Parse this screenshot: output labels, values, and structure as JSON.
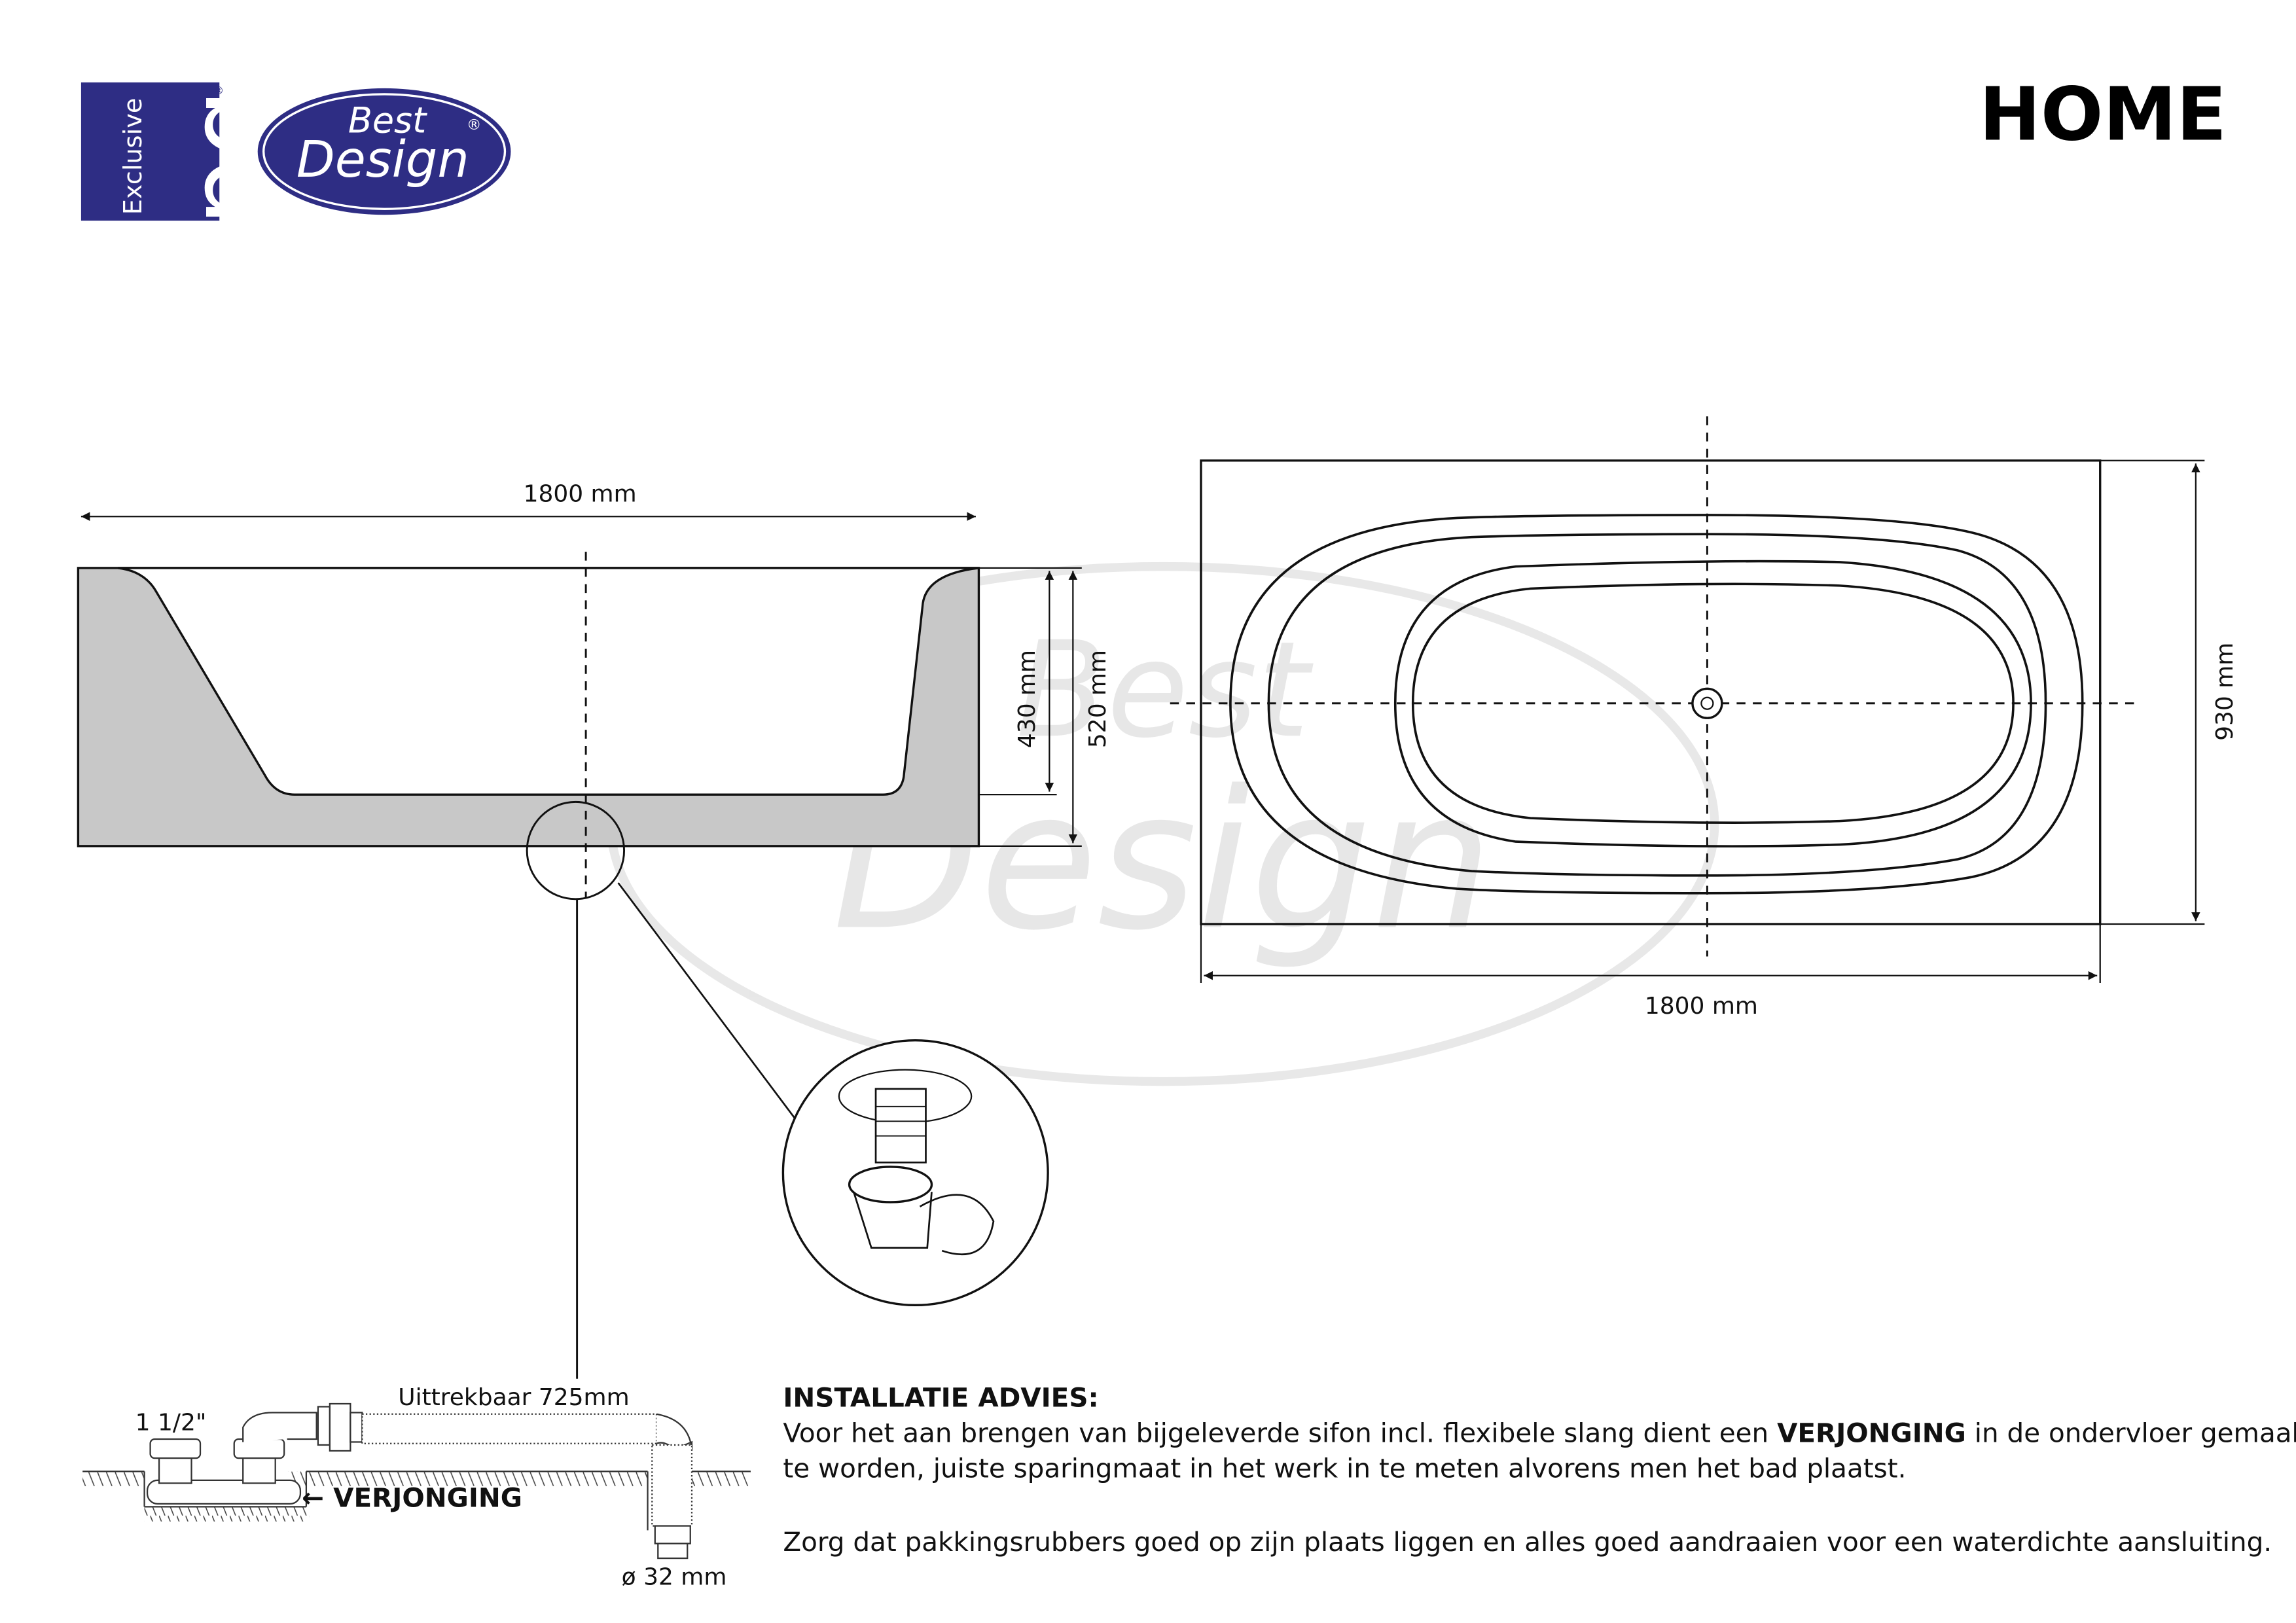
{
  "header": {
    "logo_exclusive": "Exclusive",
    "logo_bd": "bd",
    "logo_best": "Best",
    "logo_design": "Design",
    "registered": "®",
    "model_name": "HOME"
  },
  "side_view": {
    "width_label": "1800 mm",
    "inner_depth_label": "430 mm",
    "total_height_label": "520 mm"
  },
  "top_view": {
    "width_label": "1800 mm",
    "depth_label": "930 mm"
  },
  "watermark": {
    "line1": "Best",
    "line2": "Design"
  },
  "plumbing": {
    "thread_label": "1 1/2\"",
    "extendable_label": "Uittrekbaar 725mm",
    "reducer_label": "← VERJONGING",
    "diameter_label": "ø 32 mm"
  },
  "advice": {
    "title": "INSTALLATIE ADVIES:",
    "line1_before": "Voor het aan brengen van bijgeleverde sifon incl. flexibele slang dient een ",
    "line1_bold": "VERJONGING",
    "line1_after": " in de ondervloer gemaakt",
    "line2": "te worden, juiste sparingmaat in het werk in te meten alvorens men het bad plaatst.",
    "line3": "Zorg dat pakkingsrubbers goed op zijn plaats liggen en alles goed aandraaien voor een waterdichte aansluiting."
  },
  "colors": {
    "brand_blue": "#2e2d84",
    "fill_gray": "#c8c8c8"
  }
}
